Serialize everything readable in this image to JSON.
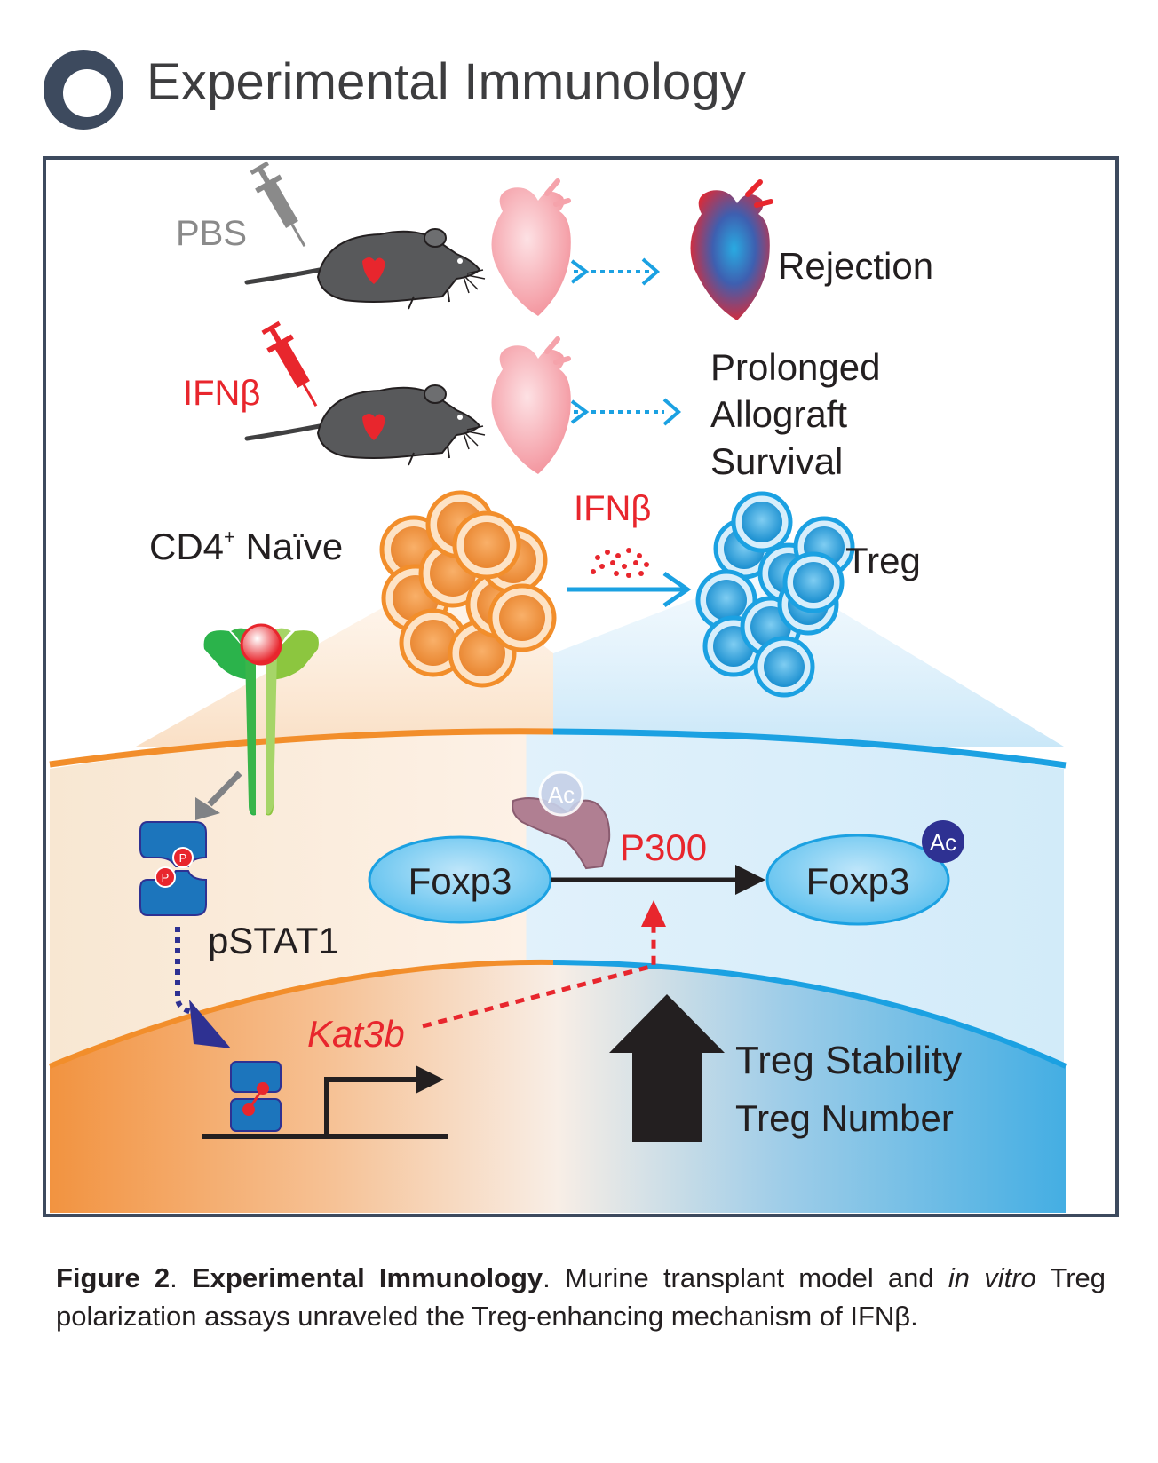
{
  "header": {
    "title": "Experimental Immunology",
    "logo_icon": "ring-logo-icon"
  },
  "figure": {
    "labels": {
      "pbs": "PBS",
      "ifnb_mouse": "IFNβ",
      "rejection": "Rejection",
      "survival_line1": "Prolonged",
      "survival_line2": "Allograft",
      "survival_line3": "Survival",
      "cd4_main": "CD4",
      "cd4_sup": "+",
      "naive": " Naïve",
      "ifnb_cells": "IFNβ",
      "treg": "Treg",
      "ac_p300": "Ac",
      "p300": "P300",
      "foxp3_left": "Foxp3",
      "foxp3_right": "Foxp3",
      "ac_foxp3": "Ac",
      "p_upper": "P",
      "p_lower": "P",
      "pstat1": "pSTAT1",
      "kat3b": "Kat3b",
      "treg_stability": "Treg Stability",
      "treg_number": "Treg Number"
    },
    "colors": {
      "orange": "#f28e2b",
      "blue": "#1ba1e2",
      "red": "#e8262d",
      "gray_text": "#8a8a8a",
      "frame": "#3d4a5e",
      "navy": "#2e3192",
      "purple": "#b07f92"
    }
  },
  "caption": {
    "figure_label": "Figure 2",
    "sep1": ". ",
    "title": "Experimental Immunology",
    "sep2": ". Murine transplant model and ",
    "italic": "in vitro",
    "text": " Treg polarization assays unraveled the Treg-enhancing mechanism of IFNβ."
  }
}
